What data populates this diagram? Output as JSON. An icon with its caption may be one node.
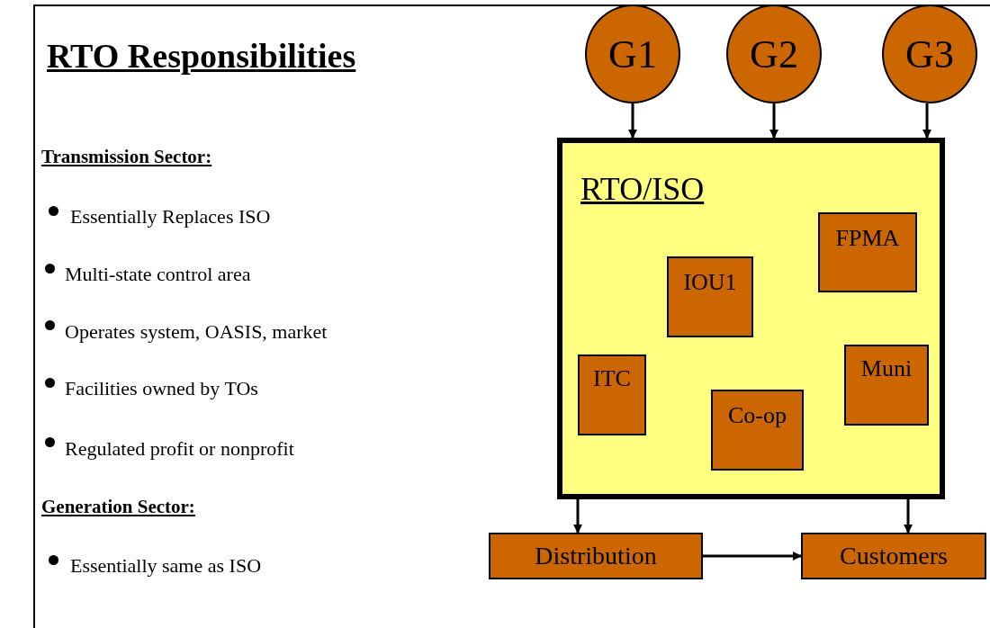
{
  "diagram": {
    "title": "RTO Responsibilities",
    "nodes": [
      {
        "text": [
          "G1"
        ]
      },
      {
        "text": [
          "G2"
        ]
      },
      {
        "text": [
          "G3"
        ]
      },
      {
        "text": [
          "RTO/ISO"
        ]
      },
      {
        "text": [
          "FPMA"
        ],
        "in": 3
      },
      {
        "text": [
          "IOU1"
        ],
        "in": 3
      },
      {
        "text": [
          "ITC"
        ],
        "in": 3
      },
      {
        "text": [
          "Muni"
        ],
        "in": 3
      },
      {
        "text": [
          "Co-op"
        ],
        "in": 3
      },
      {
        "text": [
          "Distribution"
        ]
      },
      {
        "text": [
          "Customers"
        ]
      }
    ],
    "edges": [
      {
        "from": 0,
        "to": 3,
        "arrow": "to"
      },
      {
        "from": 1,
        "to": 3,
        "arrow": "to"
      },
      {
        "from": 2,
        "to": 3,
        "arrow": "to"
      },
      {
        "from": 3,
        "to": 9,
        "arrow": "to"
      },
      {
        "from": 3,
        "to": 10,
        "arrow": "to"
      },
      {
        "from": 9,
        "to": 10,
        "arrow": "to"
      }
    ],
    "labels": [
      "Transmission Sector:",
      "Essentially Replaces ISO",
      "Multi-state control area",
      "Operates system, OASIS, market",
      "Facilities owned by TOs",
      "Regulated profit or nonprofit",
      "Generation Sector:",
      "Essentially same as ISO"
    ]
  }
}
